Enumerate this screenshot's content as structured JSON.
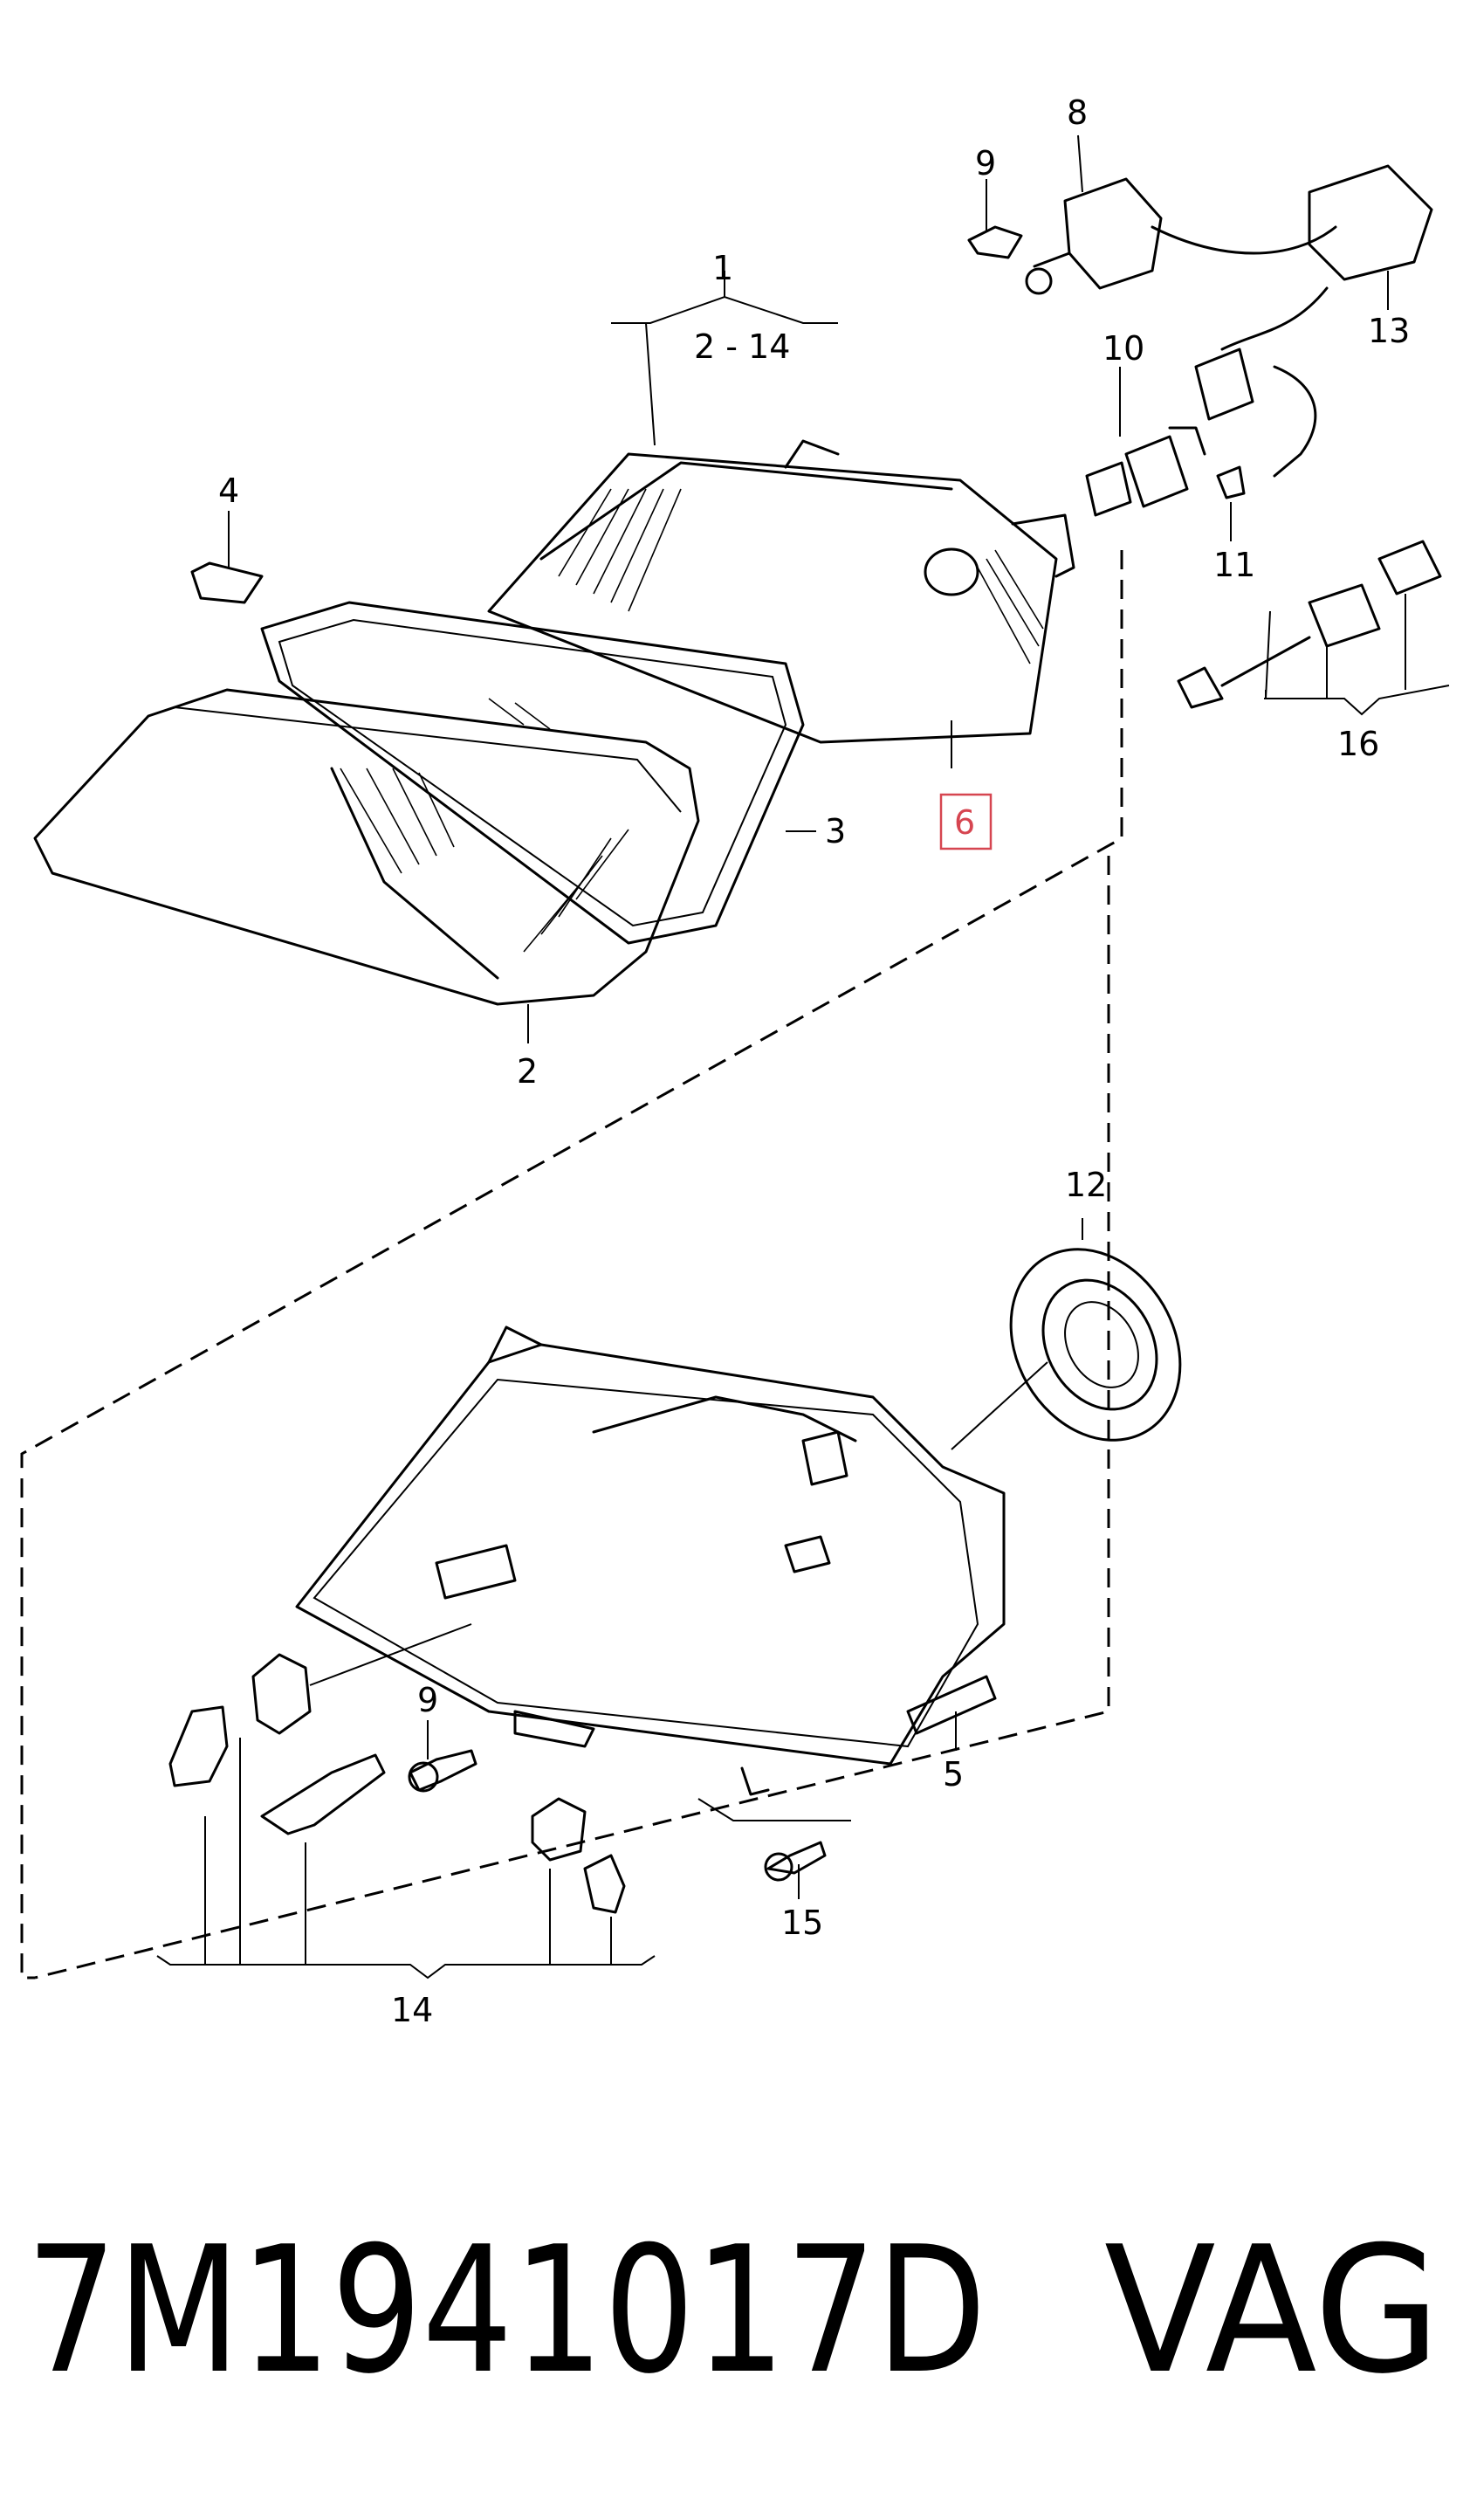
{
  "callouts": {
    "c1": "1",
    "c1_range": "2 - 14",
    "c2": "2",
    "c3": "3",
    "c4": "4",
    "c5": "5",
    "c6": "6",
    "c8": "8",
    "c9a": "9",
    "c9b": "9",
    "c10": "10",
    "c11": "11",
    "c12": "12",
    "c13": "13",
    "c14": "14",
    "c15": "15",
    "c16": "16"
  },
  "part_number": "7M1941017D",
  "brand": "VAG",
  "colors": {
    "highlight": "#d64550",
    "ink": "#000000"
  }
}
